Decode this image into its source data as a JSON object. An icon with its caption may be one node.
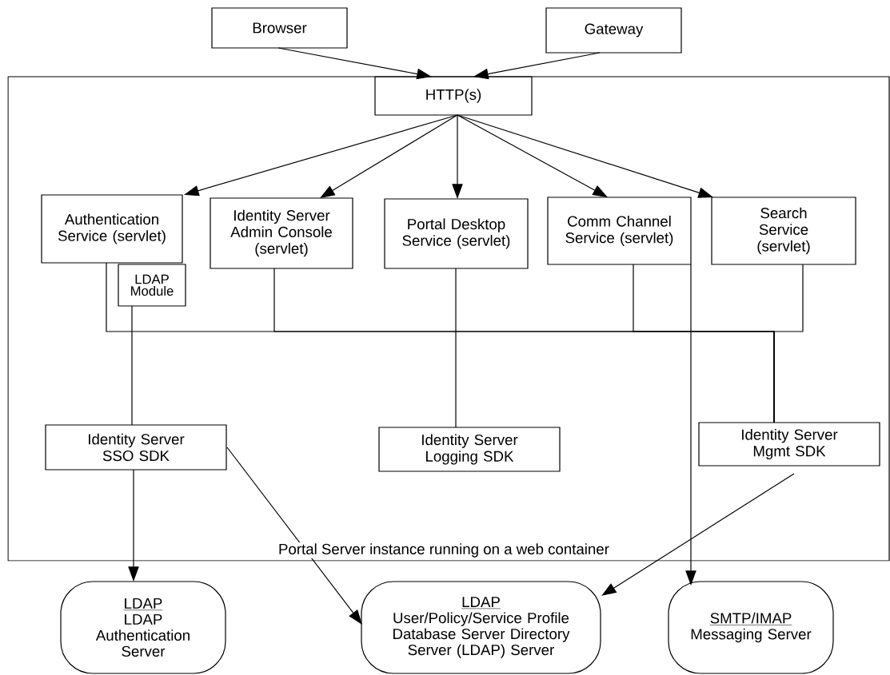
{
  "diagram": {
    "nodes": [
      {
        "text": [
          "Portal Server instance running on a web container"
        ]
      },
      {
        "text": [
          "Browser"
        ]
      },
      {
        "text": [
          "Gateway"
        ]
      },
      {
        "text": [
          "HTTP(s)"
        ],
        "in": 0
      },
      {
        "text": [
          "Authentication Service (servlet)"
        ],
        "in": 0
      },
      {
        "text": [
          "LDAP Module"
        ],
        "in": 0
      },
      {
        "text": [
          "Identity Server Admin Console (servlet)"
        ],
        "in": 0
      },
      {
        "text": [
          "Portal Desktop Service (servlet)"
        ],
        "in": 0
      },
      {
        "text": [
          "Comm Channel Service (servlet)"
        ],
        "in": 0
      },
      {
        "text": [
          "Search Service (servlet)"
        ],
        "in": 0
      },
      {
        "text": [
          "Identity Server SSO SDK"
        ],
        "in": 0
      },
      {
        "text": [
          "Identity Server Logging SDK"
        ],
        "in": 0
      },
      {
        "text": [
          "Identity Server Mgmt SDK"
        ],
        "in": 0
      },
      {
        "text": [
          "LDAP",
          "LDAP Authentication Server"
        ]
      },
      {
        "text": [
          "LDAP",
          "User/Policy/Service Profile Database Server Directory Server (LDAP) Server"
        ]
      },
      {
        "text": [
          "SMTP/IMAP",
          "Messaging Server"
        ]
      }
    ],
    "edges": [
      {
        "from": 1,
        "to": 3,
        "arrow": "to"
      },
      {
        "from": 2,
        "to": 3,
        "arrow": "to"
      },
      {
        "from": 3,
        "to": 4,
        "arrow": "to"
      },
      {
        "from": 3,
        "to": 6,
        "arrow": "to"
      },
      {
        "from": 3,
        "to": 7,
        "arrow": "to"
      },
      {
        "from": 3,
        "to": 8,
        "arrow": "to"
      },
      {
        "from": 3,
        "to": 9,
        "arrow": "to"
      },
      {
        "from": 4,
        "to": 12,
        "arrow": "none"
      },
      {
        "from": 6,
        "to": 12,
        "arrow": "none"
      },
      {
        "from": 8,
        "to": 12,
        "arrow": "none"
      },
      {
        "from": 9,
        "to": 12,
        "arrow": "none"
      },
      {
        "from": 7,
        "to": 11,
        "arrow": "none"
      },
      {
        "from": 5,
        "to": 10,
        "arrow": "none"
      },
      {
        "from": 10,
        "to": 13,
        "arrow": "to"
      },
      {
        "from": 10,
        "to": 14,
        "arrow": "to"
      },
      {
        "from": 12,
        "to": 14,
        "arrow": "to"
      },
      {
        "from": 8,
        "to": 15,
        "arrow": "to"
      }
    ]
  }
}
